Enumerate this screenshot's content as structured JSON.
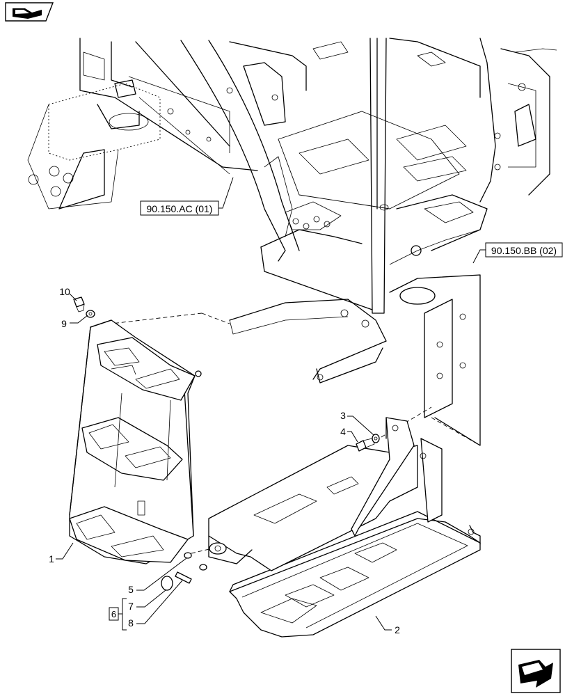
{
  "references": {
    "ac": "90.150.AC (01)",
    "bb": "90.150.BB (02)"
  },
  "callouts": {
    "c1": "1",
    "c2": "2",
    "c3": "3",
    "c4": "4",
    "c5": "5",
    "c6": "6",
    "c7": "7",
    "c8": "8",
    "c9": "9",
    "c10": "10"
  },
  "icons": {
    "top_left": "book-arrow-icon",
    "bottom_right": "next-page-arrow-icon"
  }
}
